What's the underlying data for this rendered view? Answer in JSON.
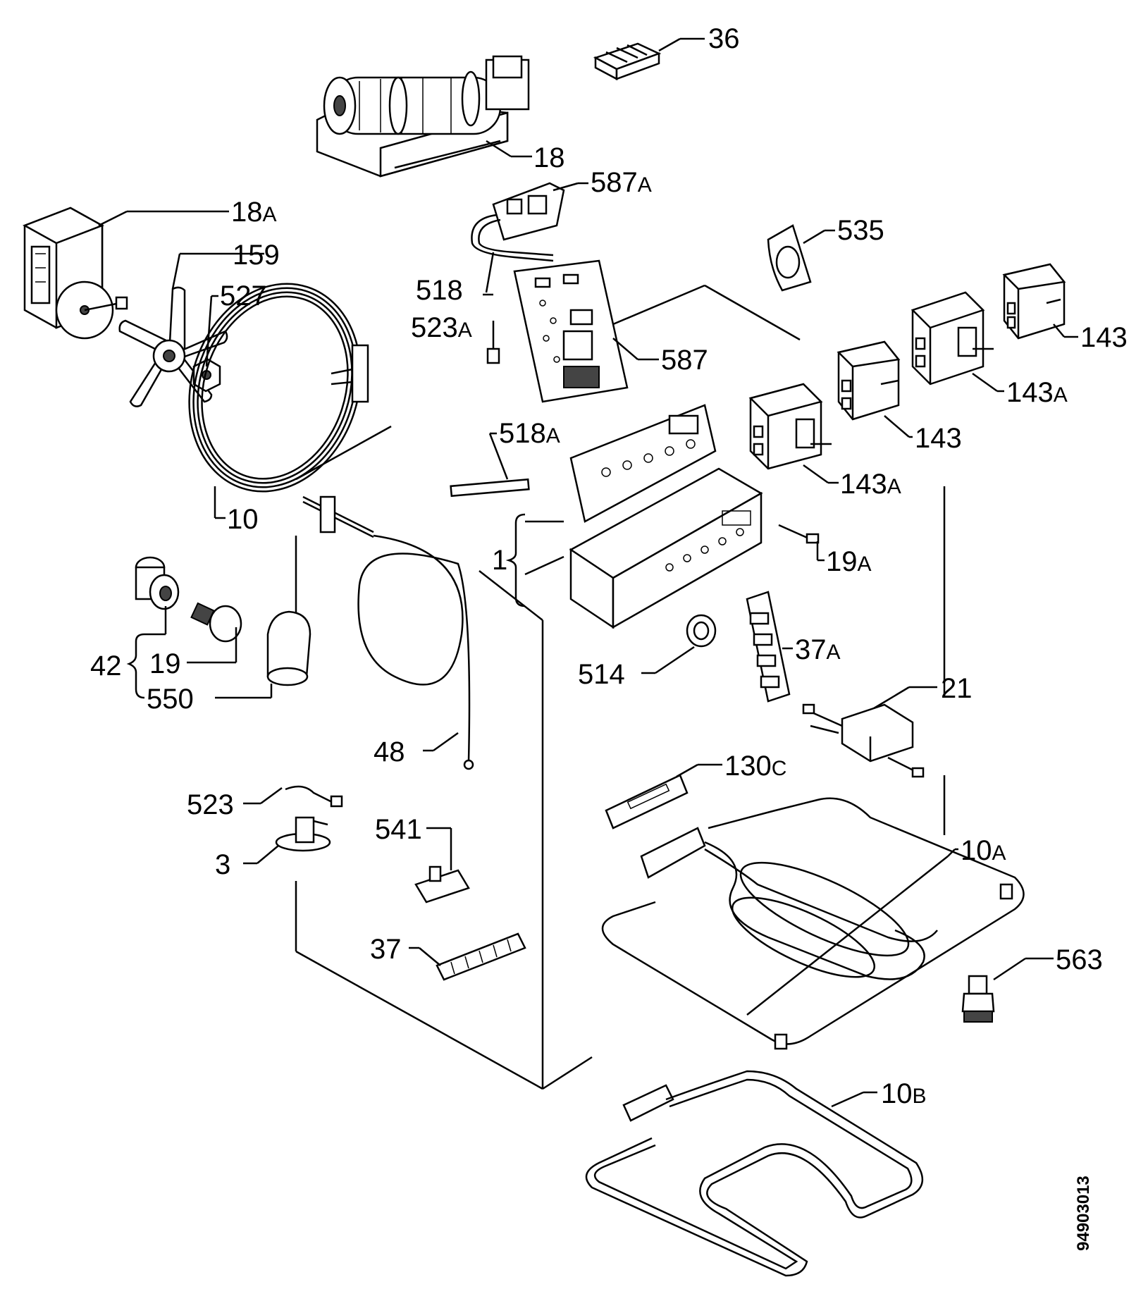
{
  "drawing_number": "94903013",
  "parts": [
    {
      "id": "36",
      "num": "36",
      "suffix": ""
    },
    {
      "id": "18",
      "num": "18",
      "suffix": ""
    },
    {
      "id": "587A",
      "num": "587",
      "suffix": "A"
    },
    {
      "id": "18A",
      "num": "18",
      "suffix": "A"
    },
    {
      "id": "159",
      "num": "159",
      "suffix": ""
    },
    {
      "id": "527",
      "num": "527",
      "suffix": ""
    },
    {
      "id": "535",
      "num": "535",
      "suffix": ""
    },
    {
      "id": "518",
      "num": "518",
      "suffix": ""
    },
    {
      "id": "523A",
      "num": "523",
      "suffix": "A"
    },
    {
      "id": "587",
      "num": "587",
      "suffix": ""
    },
    {
      "id": "143-top",
      "num": "143",
      "suffix": ""
    },
    {
      "id": "143A-top",
      "num": "143",
      "suffix": "A"
    },
    {
      "id": "143-mid",
      "num": "143",
      "suffix": ""
    },
    {
      "id": "143A-mid",
      "num": "143",
      "suffix": "A"
    },
    {
      "id": "518A",
      "num": "518",
      "suffix": "A"
    },
    {
      "id": "10",
      "num": "10",
      "suffix": ""
    },
    {
      "id": "1",
      "num": "1",
      "suffix": ""
    },
    {
      "id": "19A",
      "num": "19",
      "suffix": "A"
    },
    {
      "id": "37A",
      "num": "37",
      "suffix": "A"
    },
    {
      "id": "42",
      "num": "42",
      "suffix": ""
    },
    {
      "id": "19",
      "num": "19",
      "suffix": ""
    },
    {
      "id": "550",
      "num": "550",
      "suffix": ""
    },
    {
      "id": "514",
      "num": "514",
      "suffix": ""
    },
    {
      "id": "21",
      "num": "21",
      "suffix": ""
    },
    {
      "id": "48",
      "num": "48",
      "suffix": ""
    },
    {
      "id": "130C",
      "num": "130",
      "suffix": "C"
    },
    {
      "id": "523",
      "num": "523",
      "suffix": ""
    },
    {
      "id": "541",
      "num": "541",
      "suffix": ""
    },
    {
      "id": "10A",
      "num": "10",
      "suffix": "A"
    },
    {
      "id": "3",
      "num": "3",
      "suffix": ""
    },
    {
      "id": "37",
      "num": "37",
      "suffix": ""
    },
    {
      "id": "563",
      "num": "563",
      "suffix": ""
    },
    {
      "id": "10B",
      "num": "10",
      "suffix": "B"
    }
  ]
}
